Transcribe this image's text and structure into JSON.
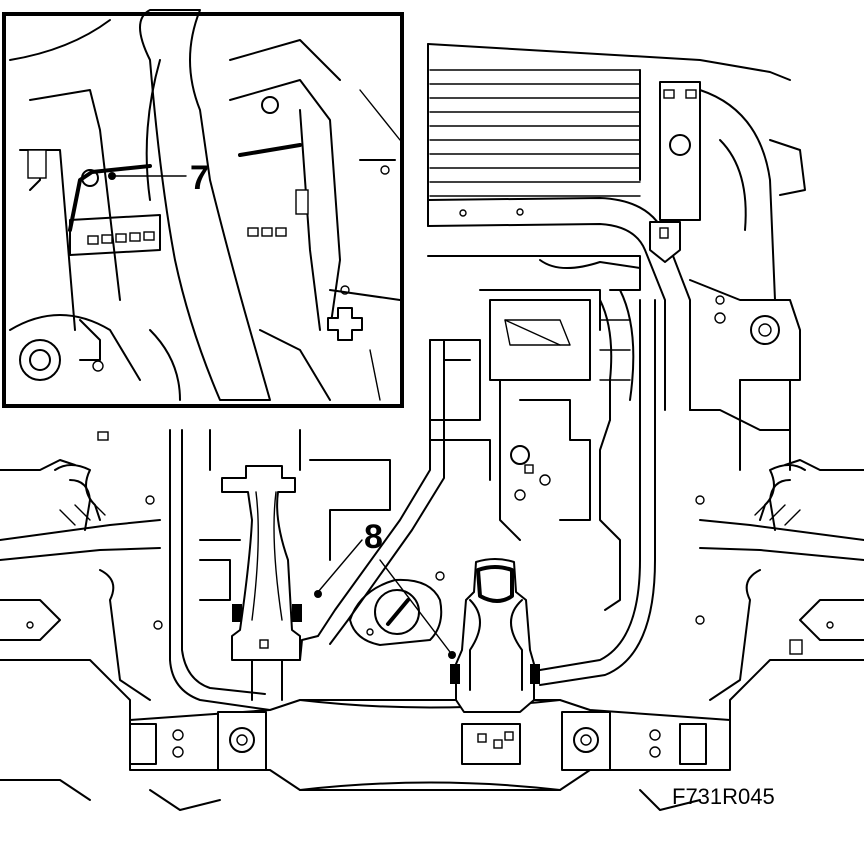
{
  "figure": {
    "code": "F731R045"
  },
  "callouts": [
    {
      "id": "7",
      "label": "7"
    },
    {
      "id": "8",
      "label": "8"
    }
  ]
}
